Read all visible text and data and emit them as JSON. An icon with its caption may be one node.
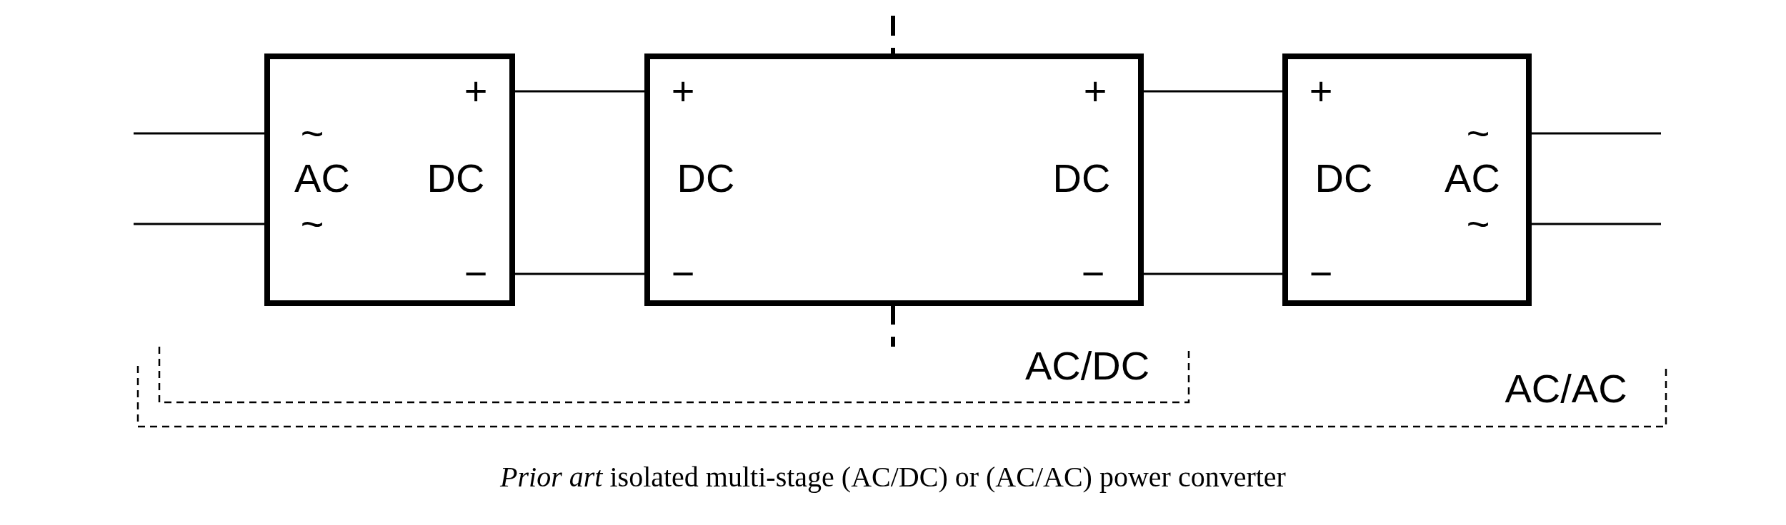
{
  "diagram": {
    "caption": "*Prior art* isolated multi-stage (AC/DC) or (AC/AC) power converter",
    "nodes": [
      {
        "text": [
          "+",
          "~",
          "AC",
          "DC",
          "~",
          "−"
        ]
      },
      {
        "text": [
          "+",
          "+",
          "DC",
          "DC",
          "−",
          "−"
        ]
      },
      {
        "text": [
          "+",
          "~",
          "DC",
          "AC",
          "~",
          "−"
        ]
      }
    ],
    "edges": [
      {
        "from": null,
        "to": 0,
        "arrow": "none"
      },
      {
        "from": null,
        "to": 0,
        "arrow": "none"
      },
      {
        "from": 0,
        "to": 1,
        "arrow": "none"
      },
      {
        "from": 0,
        "to": 1,
        "arrow": "none"
      },
      {
        "from": 1,
        "to": 2,
        "arrow": "none"
      },
      {
        "from": 1,
        "to": 2,
        "arrow": "none"
      },
      {
        "from": 2,
        "to": null,
        "arrow": "none"
      },
      {
        "from": 2,
        "to": null,
        "arrow": "none"
      }
    ],
    "labels": [
      "AC/DC",
      "AC/AC"
    ]
  }
}
